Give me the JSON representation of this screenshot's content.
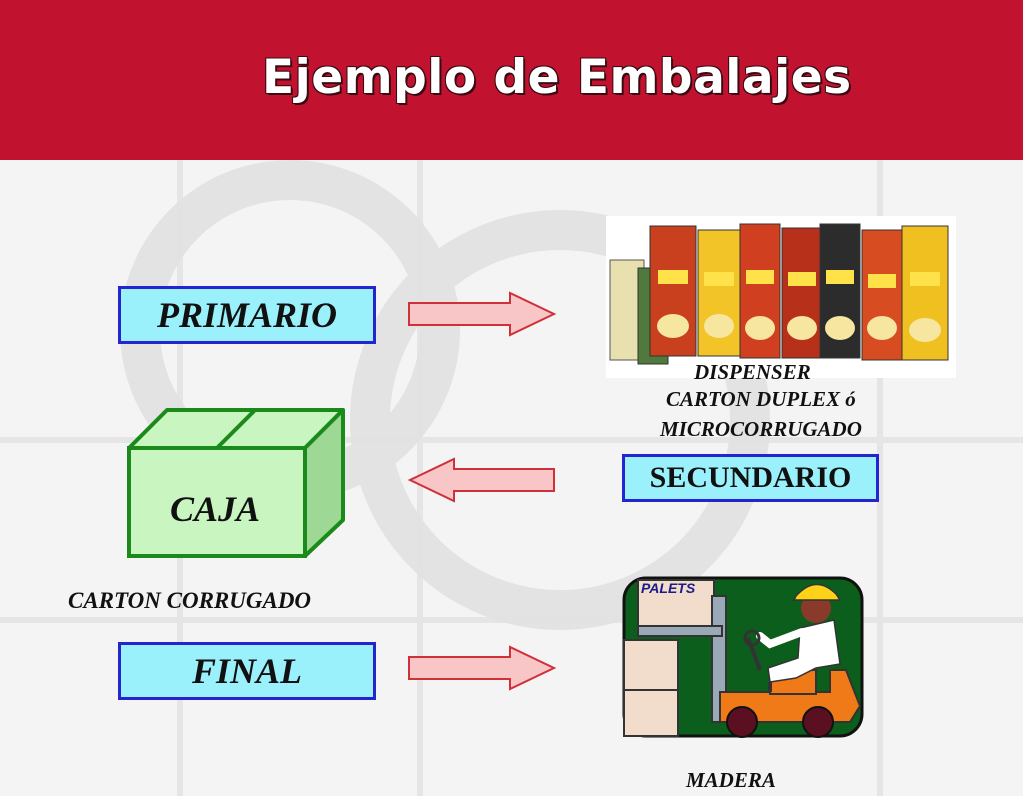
{
  "header": {
    "title": "Ejemplo de Embalajes"
  },
  "colors": {
    "header_bg": "#c1122f",
    "box_fill": "#9bf1fb",
    "box_border": "#2525d0",
    "arrow_fill": "#f8c6c6",
    "arrow_stroke": "#d0303a",
    "crate_fill": "#c8f5c0",
    "crate_stroke": "#1a8a1a"
  },
  "levels": {
    "primario": {
      "label": "PRIMARIO"
    },
    "secundario": {
      "label": "SECUNDARIO"
    },
    "final": {
      "label": "FINAL"
    }
  },
  "primary_pack": {
    "lines": [
      "DISPENSER",
      "CARTON DUPLEX ó",
      "MICROCORRUGADO"
    ]
  },
  "secondary_pack": {
    "box_label": "CAJA",
    "material": "CARTON  CORRUGADO"
  },
  "final_pack": {
    "pallet_label": "PALETS",
    "material": "MADERA"
  },
  "icons": [
    "arrow-right-icon",
    "arrow-left-icon",
    "box-icon",
    "forklift-icon",
    "product-packages-image"
  ]
}
